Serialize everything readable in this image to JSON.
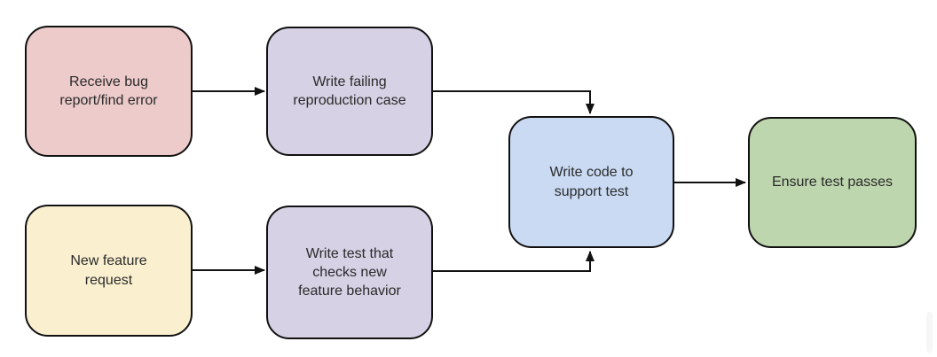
{
  "diagram": {
    "type": "flowchart",
    "background_color": "#ffffff",
    "edge_color": "#111111",
    "text_color": "#2a2a2a",
    "nodes": [
      {
        "id": "receive-bug-report",
        "label": "Receive bug\nreport/find error",
        "fill": "#edcbca"
      },
      {
        "id": "write-failing-repro",
        "label": "Write failing\nreproduction case",
        "fill": "#d6d1e4"
      },
      {
        "id": "new-feature-request",
        "label": "New feature\nrequest",
        "fill": "#faf0d0"
      },
      {
        "id": "write-test-new-feature",
        "label": "Write test that\nchecks new\nfeature behavior",
        "fill": "#d6d1e4"
      },
      {
        "id": "write-code-support-test",
        "label": "Write code to\nsupport test",
        "fill": "#cadaf3"
      },
      {
        "id": "ensure-test-passes",
        "label": "Ensure test passes",
        "fill": "#bed6ae"
      }
    ],
    "edges": [
      {
        "from": "receive-bug-report",
        "to": "write-failing-repro"
      },
      {
        "from": "write-failing-repro",
        "to": "write-code-support-test"
      },
      {
        "from": "new-feature-request",
        "to": "write-test-new-feature"
      },
      {
        "from": "write-test-new-feature",
        "to": "write-code-support-test"
      },
      {
        "from": "write-code-support-test",
        "to": "ensure-test-passes"
      }
    ]
  }
}
